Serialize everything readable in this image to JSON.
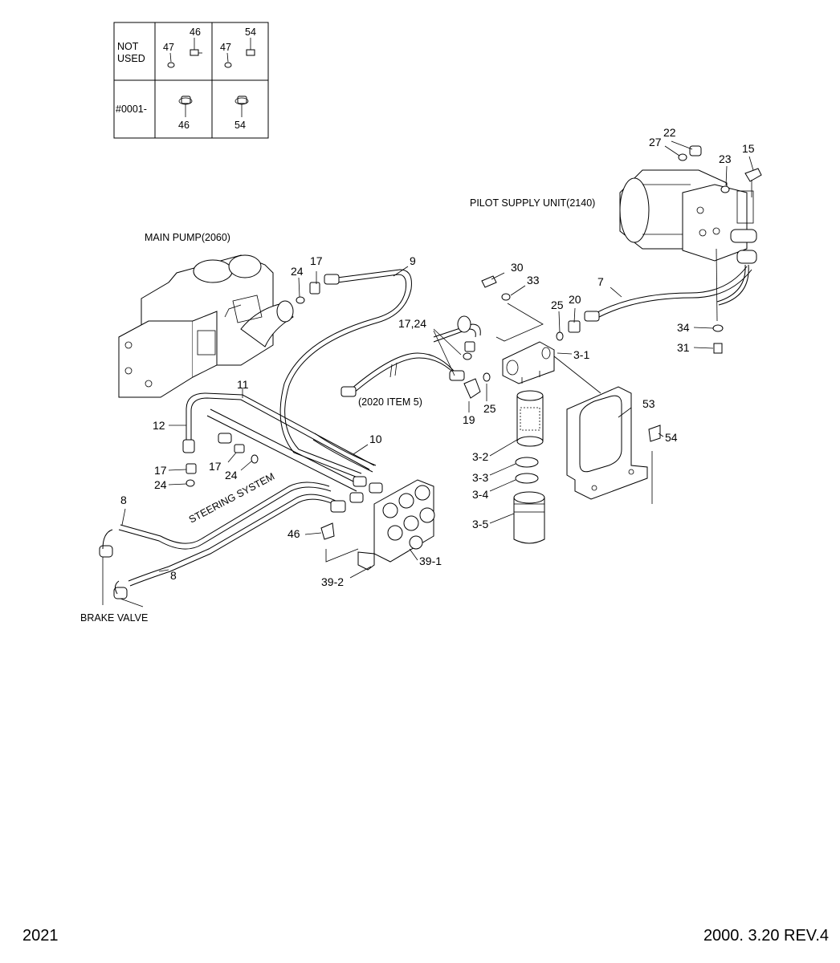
{
  "table": {
    "row1_label_line1": "NOT",
    "row1_label_line2": "USED",
    "row2_label": "#0001-",
    "cells": {
      "r1c2_a": "47",
      "r1c2_b": "46",
      "r1c3_a": "47",
      "r1c3_b": "54",
      "r2c2": "46",
      "r2c3": "54"
    }
  },
  "captions": {
    "main_pump": "MAIN PUMP(2060)",
    "pilot_supply": "PILOT SUPPLY UNIT(2140)",
    "steering": "STEERING SYSTEM",
    "item_2020": "(2020 ITEM 5)",
    "brake_valve": "BRAKE VALVE"
  },
  "labels": {
    "p22": "22",
    "p27": "27",
    "p23": "23",
    "p15": "15",
    "p9": "9",
    "p17a": "17",
    "p24a": "24",
    "p30": "30",
    "p33": "33",
    "p7": "7",
    "p20": "20",
    "p25a": "25",
    "p34": "34",
    "p31": "31",
    "p17_24": "17,24",
    "p3_1": "3-1",
    "p11": "11",
    "p12": "12",
    "p19": "19",
    "p25b": "25",
    "p53": "53",
    "p54": "54",
    "p10": "10",
    "p17b": "17",
    "p24b": "24",
    "p17c": "17",
    "p24c": "24",
    "p3_2": "3-2",
    "p3_3": "3-3",
    "p3_4": "3-4",
    "p3_5": "3-5",
    "p8a": "8",
    "p8b": "8",
    "p46": "46",
    "p39_1": "39-1",
    "p39_2": "39-2"
  },
  "footer": {
    "page_number": "2021",
    "date_rev": "2000. 3.20  REV.4"
  }
}
